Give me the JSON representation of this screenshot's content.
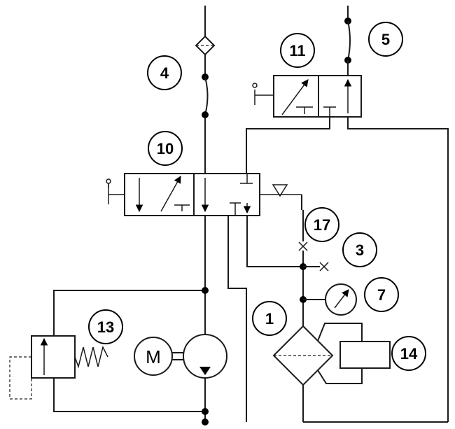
{
  "labels": {
    "l1": "1",
    "l3": "3",
    "l4": "4",
    "l5": "5",
    "l7": "7",
    "l10": "10",
    "l11": "11",
    "l13": "13",
    "l14": "14",
    "l17": "17"
  },
  "motor": {
    "symbol": "M"
  }
}
